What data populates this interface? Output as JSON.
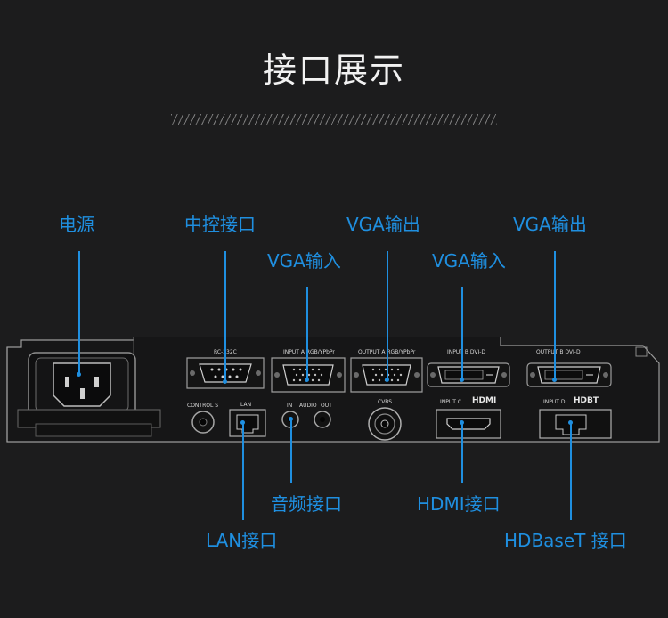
{
  "title": "接口展示",
  "labels": {
    "power": "电源",
    "control": "中控接口",
    "vga_in_a": "VGA输入",
    "vga_out_a": "VGA输出",
    "vga_in_b": "VGA输入",
    "vga_out_b": "VGA输出",
    "audio": "音频接口",
    "hdmi": "HDMI接口",
    "lan": "LAN接口",
    "hdbaset": "HDBaseT 接口"
  },
  "panel": {
    "rc232c": "RC-232C",
    "input_a": "INPUT A RGB/YPbPr",
    "output_a": "OUTPUT A RGB/YPbPr",
    "input_b": "INPUT B DVI-D",
    "output_b": "OUTPUT B DVI-D",
    "control_s": "CONTROL S",
    "lan": "LAN",
    "audio_in": "IN",
    "audio": "AUDIO",
    "audio_out": "OUT",
    "cvbs": "CVBS",
    "input_c": "INPUT C",
    "hdmi_logo": "HDMI",
    "input_d": "INPUT D",
    "hdbt_logo": "HDBT"
  }
}
